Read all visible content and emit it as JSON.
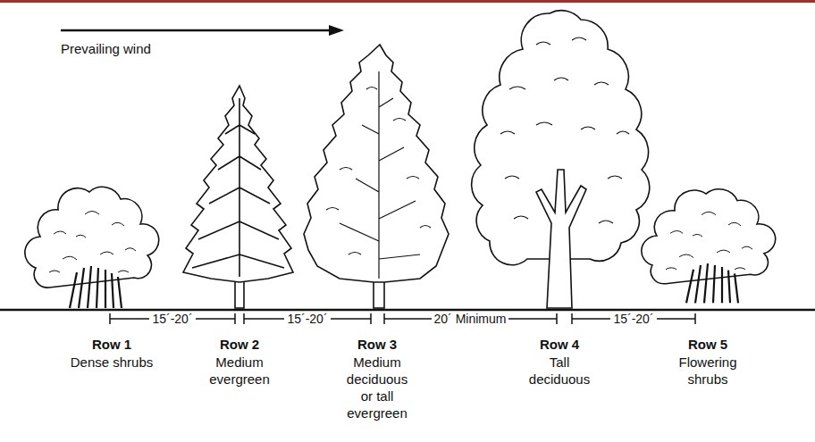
{
  "diagram": {
    "labels": [
      "Prevailing wind",
      "15´-20´",
      "15´-20´",
      "20´ Minimum",
      "15´-20´",
      "Row 1",
      "Dense shrubs",
      "Row 2",
      "Medium evergreen",
      "Row 3",
      "Medium deciduous or tall evergreen",
      "Row 4",
      "Tall deciduous",
      "Row 5",
      "Flowering shrubs"
    ]
  }
}
